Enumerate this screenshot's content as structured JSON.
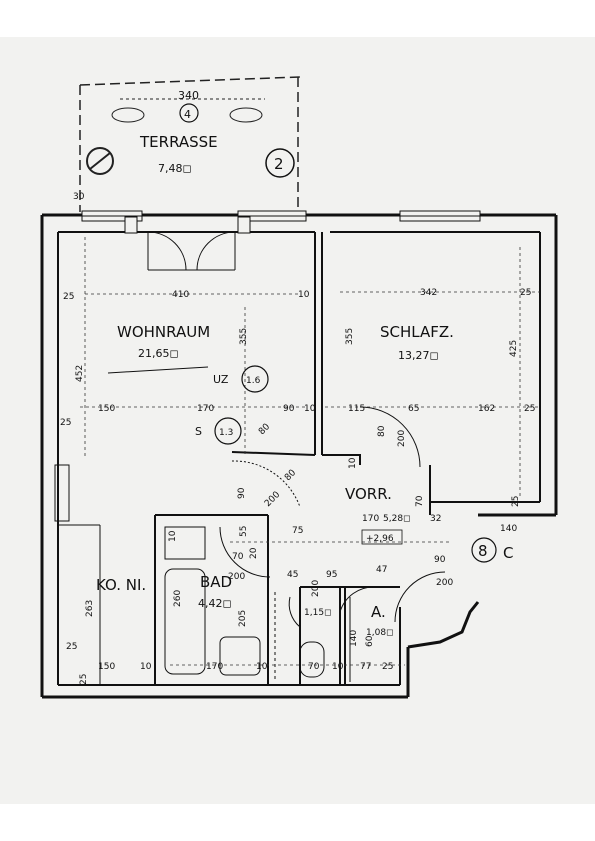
{
  "rooms": {
    "terrasse": {
      "name": "TERRASSE",
      "area": "7,48◻",
      "marker_4": "4",
      "marker_2": "2",
      "width": "340"
    },
    "wohnraum": {
      "name": "WOHNRAUM",
      "area": "21,65◻",
      "uz": "UZ",
      "uz_val": "1.6",
      "s": "S",
      "s_val": "1.3"
    },
    "schlafz": {
      "name": "SCHLAFZ.",
      "area": "13,27◻"
    },
    "vorr": {
      "name": "VORR.",
      "area": "5,28◻",
      "extra": "+2,96"
    },
    "bad": {
      "name": "BAD",
      "area": "4,42◻"
    },
    "wc": {
      "area": "1,15◻"
    },
    "a": {
      "name": "A.",
      "area": "1,08◻"
    },
    "koni": {
      "name": "KO. NI."
    },
    "entry": {
      "marker": "8",
      "letter": "C"
    }
  },
  "dims": {
    "d410": "410",
    "d10a": "10",
    "d342": "342",
    "d25a": "25",
    "d25b": "25",
    "d25c": "25",
    "d452": "452",
    "d355a": "355",
    "d355b": "355",
    "d425": "425",
    "d150": "150",
    "d170": "170",
    "d90": "90",
    "d10b": "10",
    "d115": "115",
    "d65": "65",
    "d162": "162",
    "d25d": "25",
    "d80a": "80",
    "d200a": "200",
    "d80b": "80",
    "d200b": "200",
    "d90b": "90",
    "d30": "30",
    "d25e": "25",
    "d10c": "10",
    "d70a": "70",
    "d75": "75",
    "d1705": "170",
    "d32": "32",
    "d140": "140",
    "d70b": "70",
    "d20a": "20",
    "d55": "55",
    "d200c": "200",
    "d45": "45",
    "d95": "95",
    "d200d": "200",
    "d47": "47",
    "d90c": "90",
    "d80c": "80",
    "d200e": "200",
    "d263": "263",
    "d260": "260",
    "d205": "205",
    "d25f": "25",
    "d150b": "150",
    "d10d": "10",
    "d170b": "170",
    "d10e": "10",
    "d70c": "70",
    "d10f": "10",
    "d77": "77",
    "d25g": "25",
    "d140b": "140",
    "d60a": "60",
    "d25h": "25",
    "d10g": "10"
  }
}
